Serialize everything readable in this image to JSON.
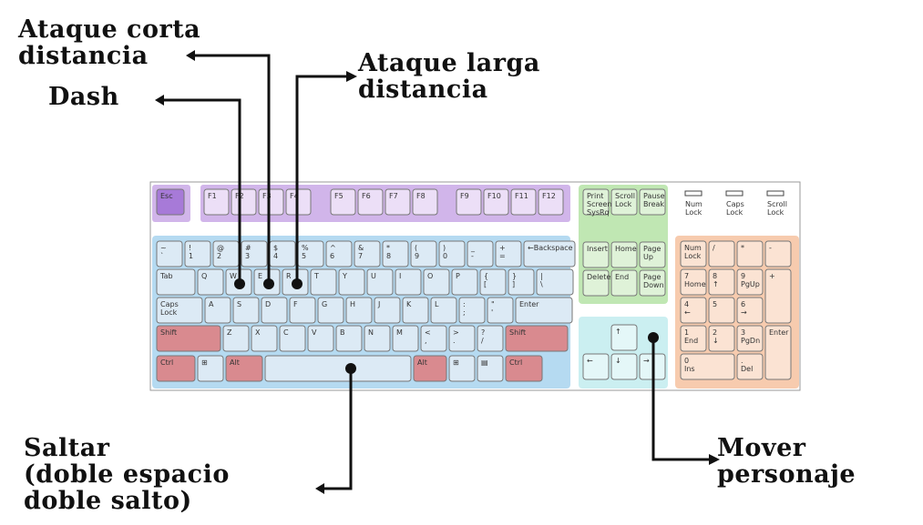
{
  "labels": {
    "ataque_corta": "Ataque corta\ndistancia",
    "ataque_larga": "Ataque larga\ndistancia",
    "dash": "Dash",
    "saltar": "Saltar\n(doble espacio\ndoble salto)",
    "mover": "Mover\npersonaje"
  },
  "colors": {
    "purple": "#c9a8e6",
    "purple_dark": "#a77ad8",
    "blue": "#a8d3ee",
    "green": "#b5e3a6",
    "orange": "#f6c2a0",
    "red": "#d98a8f",
    "cyan": "#c2ecee"
  },
  "keyboard": {
    "esc": "Esc",
    "fkeys": [
      "F1",
      "F2",
      "F3",
      "F4",
      "F5",
      "F6",
      "F7",
      "F8",
      "F9",
      "F10",
      "F11",
      "F12"
    ],
    "nav": [
      "Print Screen SysRq",
      "Scroll Lock",
      "Pause Break",
      "Insert",
      "Home",
      "Page Up",
      "Delete",
      "End",
      "Page Down"
    ],
    "locks": [
      "Num Lock",
      "Caps Lock",
      "Scroll Lock"
    ],
    "row1": [
      "~ `",
      "! 1",
      "@ 2",
      "# 3",
      "$ 4",
      "% 5",
      "^ 6",
      "& 7",
      "* 8",
      "( 9",
      ") 0",
      "_ -",
      "+ =",
      "←Backspace"
    ],
    "row2": [
      "Tab",
      "Q",
      "W",
      "E",
      "R",
      "T",
      "Y",
      "U",
      "I",
      "O",
      "P",
      "{ [",
      "} ]",
      "| \\"
    ],
    "row3": [
      "Caps Lock",
      "A",
      "S",
      "D",
      "F",
      "G",
      "H",
      "J",
      "K",
      "L",
      ": ;",
      "\" '",
      "Enter"
    ],
    "row4": [
      "Shift",
      "Z",
      "X",
      "C",
      "V",
      "B",
      "N",
      "M",
      "< ,",
      "> .",
      "? /",
      "Shift"
    ],
    "row5": [
      "Ctrl",
      "⊞",
      "Alt",
      "",
      "Alt",
      "⊞",
      "▤",
      "Ctrl"
    ],
    "arrows": [
      "↑",
      "←",
      "↓",
      "→"
    ],
    "numpad": [
      "Num Lock",
      "/",
      "*",
      "-",
      "7 Home",
      "8 ↑",
      "9 PgUp",
      "+",
      "4 ←",
      "5",
      "6 →",
      "1 End",
      "2 ↓",
      "3 PgDn",
      "Enter",
      "0 Ins",
      ". Del"
    ]
  }
}
